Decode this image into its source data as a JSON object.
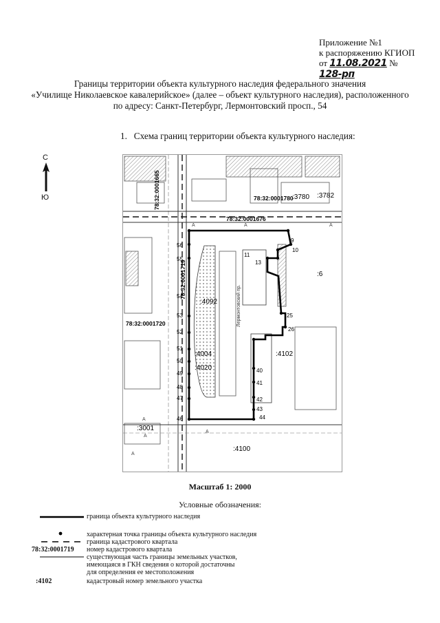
{
  "appendix": {
    "line1": "Приложение №1",
    "line2": "к распоряжению КГИОП",
    "prefix": "от",
    "date": "11.08.2021",
    "number_sign": "№",
    "number": "128-рп"
  },
  "title": {
    "line1": "Границы территории объекта культурного наследия федерального значения",
    "line2": "«Училище Николаевское кавалерийское» (далее – объект культурного наследия), расположенного",
    "line3": "по адресу: Санкт-Петербург, Лермонтовский просп., 54"
  },
  "section": {
    "number": "1.",
    "heading": "Схема границ территории объекта культурного наследия:"
  },
  "compass": {
    "north": "С",
    "south": "Ю"
  },
  "map": {
    "quarters": [
      "78:32:0001665",
      "78:32:0001676",
      "78:32:0001719",
      "78:32:0001720",
      "78:32:0001780"
    ],
    "parcels": [
      ":4092",
      ":4004",
      ":4020",
      ":4102",
      ":4100",
      ":3001",
      ":3780",
      ":3782",
      ":6"
    ],
    "street": "Лермонтовский пр.",
    "points": [
      "9",
      "10",
      "11",
      "13",
      "25",
      "26",
      "40",
      "41",
      "42",
      "43",
      "44",
      "46",
      "47",
      "48",
      "49",
      "50",
      "51",
      "52",
      "53",
      "54",
      "55",
      "56"
    ]
  },
  "scale": "Масштаб 1: 2000",
  "legend": {
    "title": "Условные обозначения:",
    "items": [
      {
        "code": "",
        "text": "граница объекта культурного наследия"
      },
      {
        "code": "",
        "text": "характерная точка границы объекта культурного наследия"
      },
      {
        "code": "",
        "text": "граница кадастрового квартала"
      },
      {
        "code": "78:32:0001719",
        "text": "номер кадастрового квартала"
      },
      {
        "code": "",
        "text": "существующая часть границы земельных участков,"
      },
      {
        "code": "",
        "text": "имеющаяся в ГКН сведения о которой достаточны"
      },
      {
        "code": "",
        "text": "для определения ее местоположения"
      },
      {
        "code": ":4102",
        "text": "кадастровый номер земельного участка"
      }
    ]
  }
}
